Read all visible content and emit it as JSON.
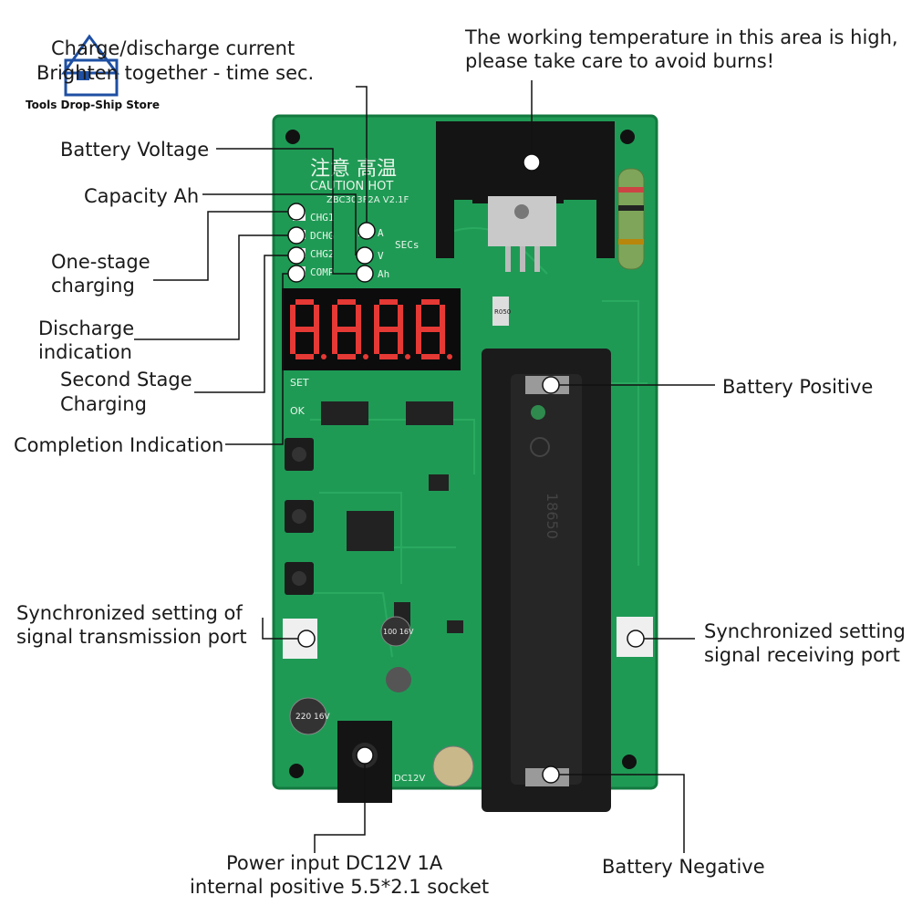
{
  "store": {
    "name": "Tools Drop-Ship Store"
  },
  "annotations": {
    "heat_warning_line1": "The working temperature in this area is high,",
    "heat_warning_line2": "please take care to avoid burns!",
    "charge_current_line1": "Charge/discharge current",
    "charge_current_line2": "Brighten together - time sec.",
    "battery_voltage": "Battery Voltage",
    "capacity": "Capacity Ah",
    "one_stage_line1": "One-stage",
    "one_stage_line2": "charging",
    "discharge_line1": "Discharge",
    "discharge_line2": "indication",
    "second_stage_line1": "Second Stage",
    "second_stage_line2": "Charging",
    "completion": "Completion Indication",
    "battery_positive": "Battery Positive",
    "sync_tx_line1": "Synchronized setting of",
    "sync_tx_line2": "signal transmission port",
    "sync_rx_line1": "Synchronized setting",
    "sync_rx_line2": "signal receiving port",
    "power_line1": "Power input DC12V 1A",
    "power_line2": "internal positive 5.5*2.1 socket",
    "battery_negative": "Battery Negative"
  },
  "board": {
    "caution_cn": "注意  高温",
    "caution_en": "CAUTION HOT",
    "model": "ZBC303F2A  V2.1F",
    "led_labels": [
      "CHG1",
      "DCHG",
      "CHG2",
      "COMP"
    ],
    "unit_labels": [
      "A",
      "V",
      "Ah"
    ],
    "secs": "SECs",
    "display": "8.8.8.8",
    "set_label": "SET",
    "ok_label": "OK",
    "battery_type": "18650",
    "dc_label": "DC12V",
    "cap1": "220 16V",
    "cap2": "100 16V",
    "resistor": "R050"
  },
  "colors": {
    "pcb": "#1f9a55",
    "pcb_dark": "#137a3f",
    "heatsink": "#141414",
    "holder": "#1b1b1b",
    "display": "#e53935"
  }
}
